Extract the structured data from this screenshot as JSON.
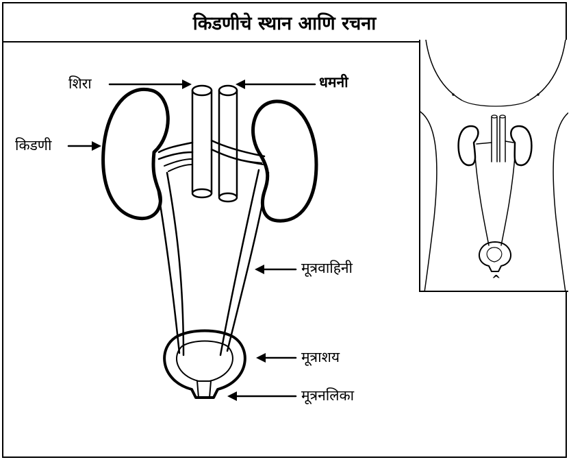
{
  "title": "किडणीचे स्थान आणि रचना",
  "labels": {
    "vein": "शिरा",
    "artery": "धमनी",
    "kidney": "किडणी",
    "ureter": "मूत्रवाहिनी",
    "bladder": "मूत्राशय",
    "urethra": "मूत्रनलिका"
  },
  "inset": {
    "caption": "^"
  }
}
